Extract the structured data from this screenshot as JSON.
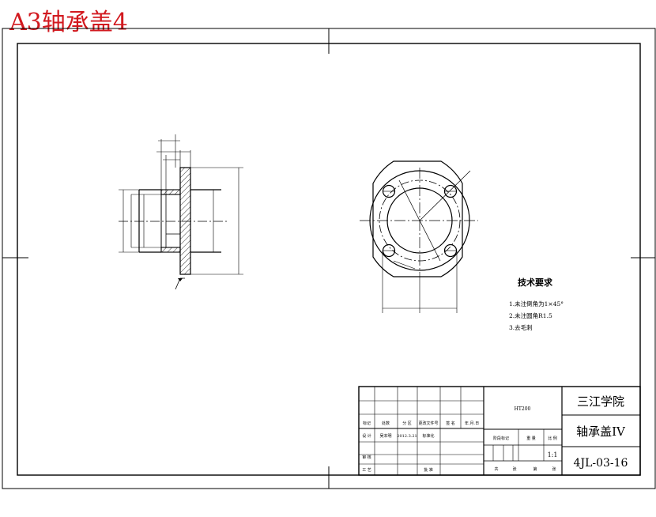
{
  "sheet": {
    "banner_title": "A3轴承盖4",
    "colors": {
      "banner": "#d2191f",
      "lines": "#000000",
      "hatch": "#000000"
    }
  },
  "tech_requirements": {
    "heading": "技术要求",
    "items": [
      "1.未注倒角为1×45°",
      "2.未注圆角R1.5",
      "3.去毛刺"
    ]
  },
  "title_block": {
    "school": "三江学院",
    "part_name": "轴承盖IV",
    "drawing_no": "4JL-03-16",
    "scale": "1:1",
    "material": "HT200",
    "row_labels_1": [
      "标记",
      "处数",
      "分 区",
      "更改文件号",
      "签 名",
      "年.月.日"
    ],
    "row_labels_2": [
      "设 计",
      "吴本明",
      "2012.3.21",
      "标准化"
    ],
    "row_labels_3": [
      "审 核"
    ],
    "row_labels_4": [
      "工 艺",
      "批 准"
    ],
    "stage_labels": [
      "阶段标记",
      "重 量",
      "比 例"
    ],
    "bottom_labels": [
      "共",
      "张",
      "第",
      "张"
    ]
  }
}
